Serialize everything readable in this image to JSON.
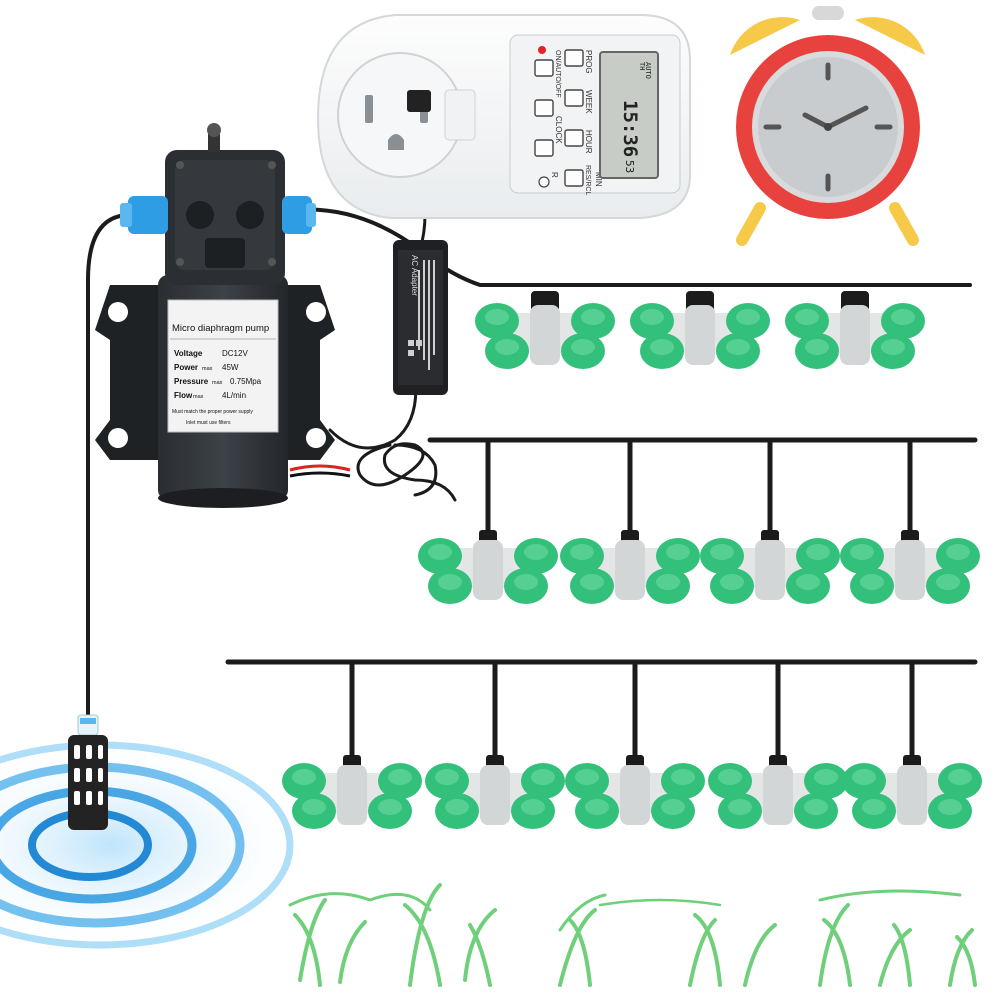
{
  "pump": {
    "title": "Micro diaphragm pump",
    "voltage_label": "Voltage",
    "voltage_value": "DC12V",
    "power_label": "Power",
    "power_sub": "max",
    "power_value": "45W",
    "pressure_label": "Pressure",
    "pressure_sub": "max",
    "pressure_value": "0.75Mpa",
    "flow_label": "Flow",
    "flow_sub": "max",
    "flow_value": "4L/min",
    "note1": "Must match the proper power supply",
    "note2": "Inlet must use filters"
  },
  "timer": {
    "buttons": [
      "PROG",
      "WEEK",
      "ON/AUTO/OFF",
      "HOUR",
      "CLOCK",
      "RES/RCL",
      "MIN",
      "R"
    ],
    "lcd_top": "TH",
    "lcd_time": "15:36",
    "lcd_seconds": "53",
    "lcd_mode": "AUTO"
  },
  "adapter": {
    "title": "AC Adapter"
  },
  "colors": {
    "nozzle_green": "#33c07a",
    "nozzle_body": "#e4e6e6",
    "tube": "#1b1b1b",
    "clock_red": "#e8423f",
    "clock_yellow": "#f7c948",
    "water_blue": "#3aa6ea"
  },
  "icons": [
    "alarm-clock-icon",
    "water-ripple-icon",
    "grass-icon"
  ]
}
